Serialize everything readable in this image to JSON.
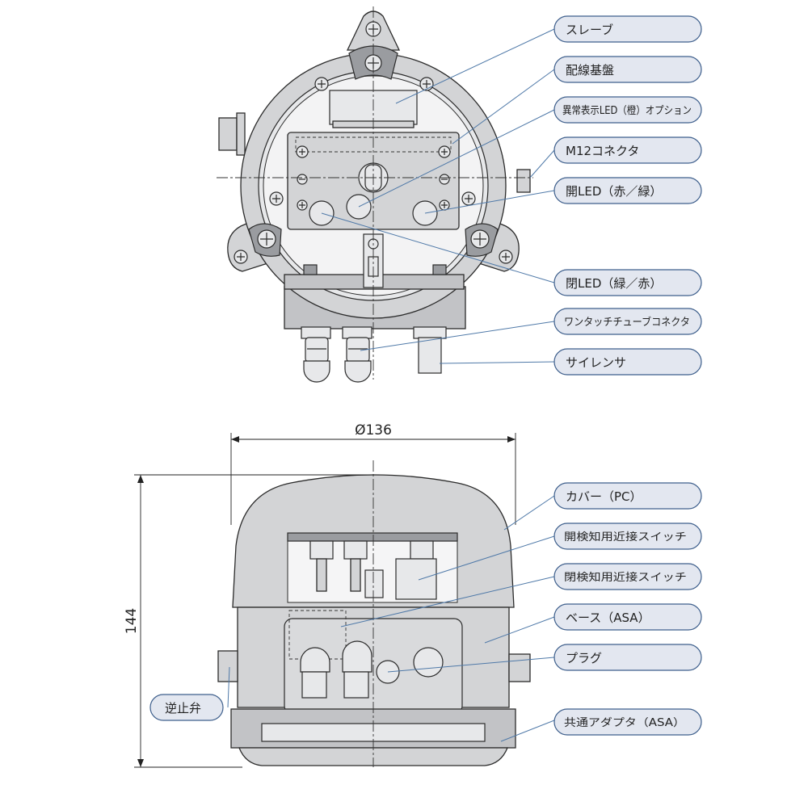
{
  "top_view": {
    "labels": [
      {
        "key": "slave",
        "text": "スレーブ"
      },
      {
        "key": "wiring-board",
        "text": "配線基盤"
      },
      {
        "key": "fault-led",
        "text": "異常表示LED（橙）オプション"
      },
      {
        "key": "m12-connector",
        "text": "M12コネクタ"
      },
      {
        "key": "open-led",
        "text": "開LED（赤／緑）"
      },
      {
        "key": "close-led",
        "text": "閉LED（緑／赤）"
      },
      {
        "key": "one-touch-connector",
        "text": "ワンタッチチューブコネクタ"
      },
      {
        "key": "silencer",
        "text": "サイレンサ"
      }
    ]
  },
  "side_view": {
    "labels": [
      {
        "key": "cover",
        "text": "カバー（PC）"
      },
      {
        "key": "open-switch",
        "text": "開検知用近接スイッチ"
      },
      {
        "key": "close-switch",
        "text": "閉検知用近接スイッチ"
      },
      {
        "key": "base",
        "text": "ベース（ASA）"
      },
      {
        "key": "plug",
        "text": "プラグ"
      },
      {
        "key": "common-adapter",
        "text": "共通アダプタ（ASA）"
      },
      {
        "key": "check-valve",
        "text": "逆止弁"
      }
    ],
    "dimensions": {
      "diameter": "Ø136",
      "height": "144"
    }
  },
  "colors": {
    "label_fill": "#e3e7f0",
    "label_border": "#3e5f8c",
    "leader": "#4f79a8",
    "body": "#d3d4d6",
    "outline": "#2b2b2b"
  }
}
